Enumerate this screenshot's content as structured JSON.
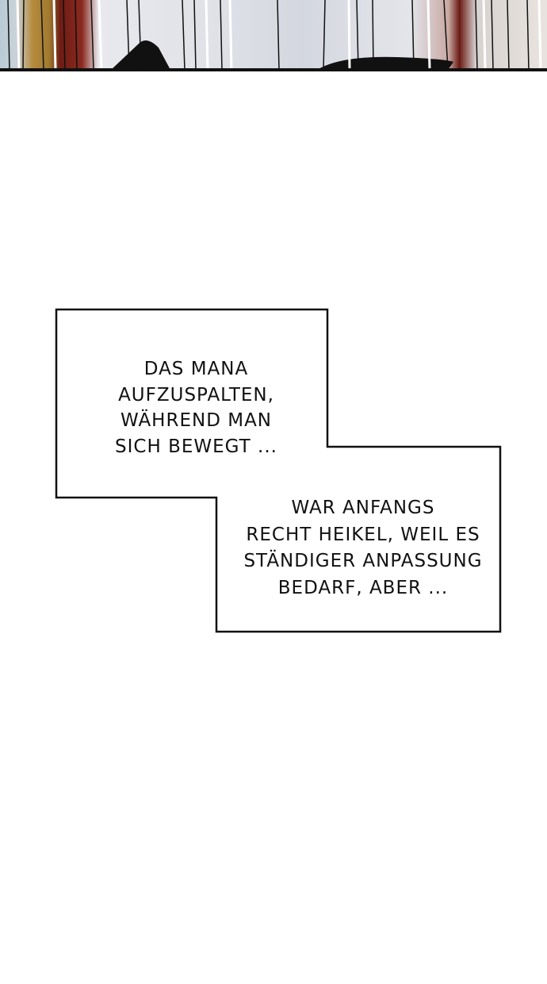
{
  "captions": [
    {
      "lines": [
        "DAS MANA",
        "AUFZUSPALTEN,",
        "WÄHREND MAN",
        "SICH BEWEGT ..."
      ]
    },
    {
      "lines": [
        "WAR ANFANGS",
        "RECHT HEIKEL, WEIL ES",
        "STÄNDIGER ANPASSUNG",
        "BEDARF, ABER ..."
      ]
    }
  ],
  "colors": {
    "ink": "#111111",
    "background": "#ffffff"
  }
}
